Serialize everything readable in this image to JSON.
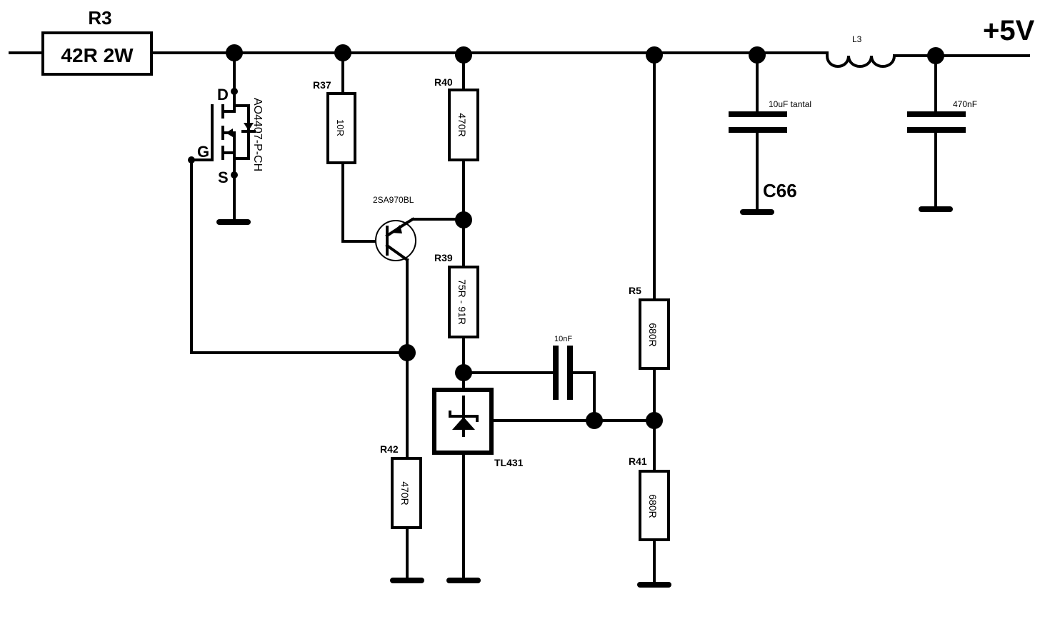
{
  "rail": {
    "label": "+5V"
  },
  "r3": {
    "ref": "R3",
    "value": "42R 2W"
  },
  "mosfet": {
    "part": "AO4407-P-CH",
    "drain": "D",
    "gate": "G",
    "source": "S"
  },
  "r37": {
    "ref": "R37",
    "value": "10R"
  },
  "r40": {
    "ref": "R40",
    "value": "470R"
  },
  "transistor": {
    "part": "2SA970BL"
  },
  "r39": {
    "ref": "R39",
    "value": "75R - 91R"
  },
  "r42": {
    "ref": "R42",
    "value": "470R"
  },
  "c_fb": {
    "value": "10nF"
  },
  "tl431": {
    "part": "TL431"
  },
  "r5": {
    "ref": "R5",
    "value": "680R"
  },
  "r41": {
    "ref": "R41",
    "value": "680R"
  },
  "c66": {
    "ref": "C66",
    "value": "10uF tantal"
  },
  "l3": {
    "ref": "L3"
  },
  "c_out": {
    "value": "470nF"
  }
}
